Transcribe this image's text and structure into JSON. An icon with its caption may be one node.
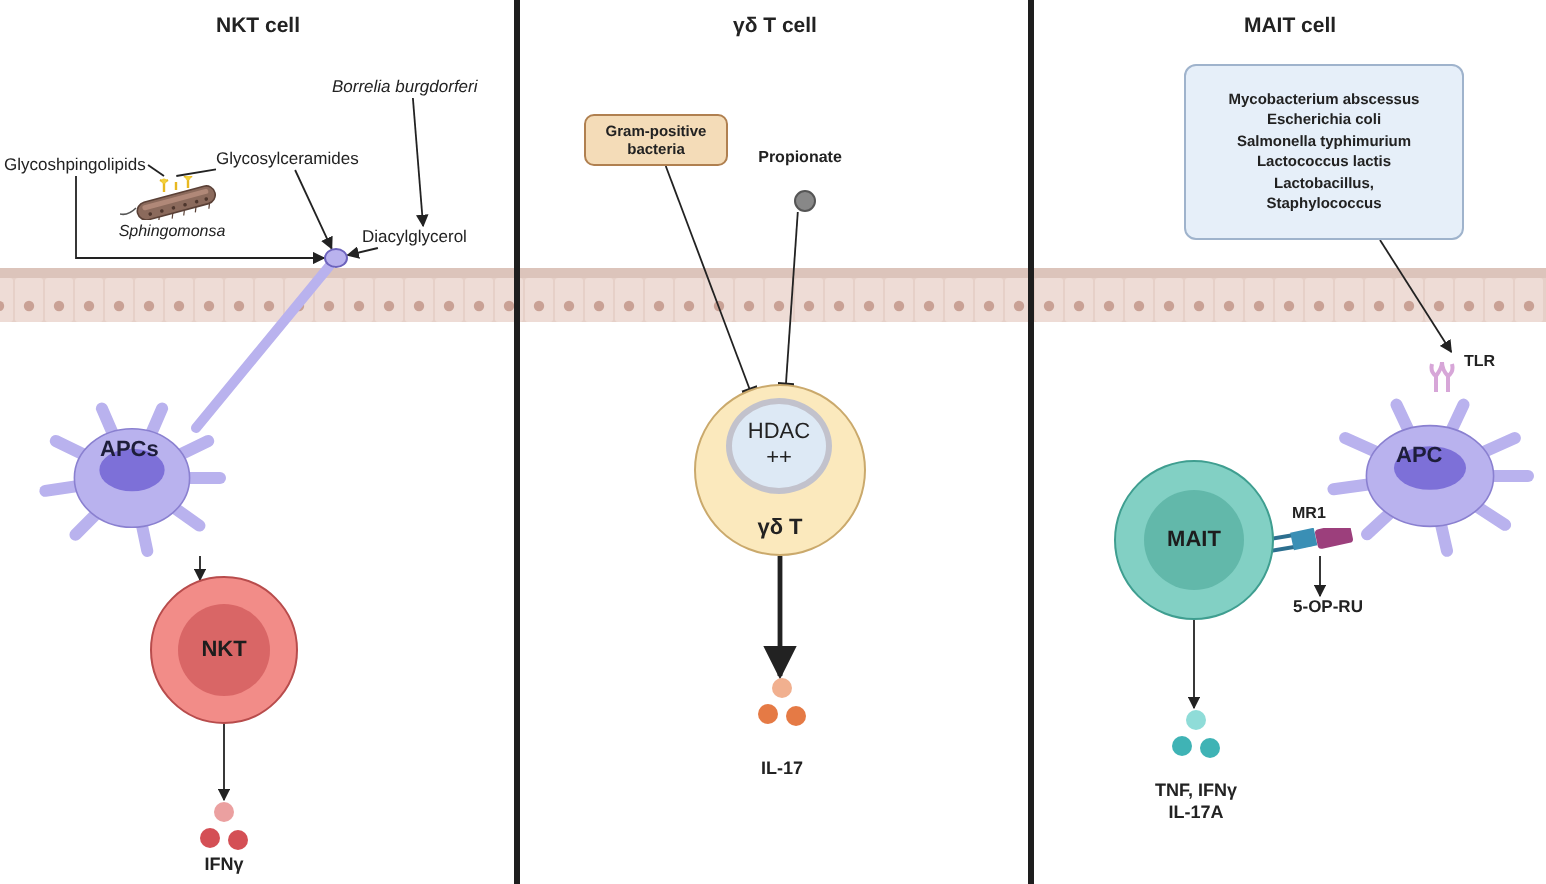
{
  "diagram": {
    "nodes": [
      {
        "text": [
          "Glycoshpingolipids"
        ]
      },
      {
        "text": [
          "Glycosylceramides"
        ]
      },
      {
        "text": [],
        "shape": "picture",
        "beside": [
          "Sphingomonsa"
        ]
      },
      {
        "text": [
          "Borrelia burgdorferi"
        ]
      },
      {
        "text": [
          "Diacylglycerol"
        ]
      },
      {
        "text": [],
        "shape": "circle"
      },
      {
        "text": [
          "APCs"
        ]
      },
      {
        "text": [
          "NKT"
        ]
      },
      {
        "text": [
          "IFNγ"
        ]
      },
      {
        "text": [
          "Gram-positive bacteria"
        ]
      },
      {
        "text": [
          "Propionate"
        ]
      },
      {
        "text": [
          "γδ T"
        ]
      },
      {
        "text": [
          "HDAC ++"
        ],
        "in": 11
      },
      {
        "text": [
          "IL-17"
        ]
      },
      {
        "text": [
          "Mycobacterium abscessus",
          "Escherichia coli",
          "Salmonella typhimurium",
          "Lactococcus lactis",
          "Lactobacillus,",
          "Staphylococcus"
        ]
      },
      {
        "text": [
          "TLR"
        ]
      },
      {
        "text": [
          "APC"
        ]
      },
      {
        "text": [
          "MR1"
        ]
      },
      {
        "text": [
          "MAIT"
        ]
      },
      {
        "text": [
          "5-OP-RU"
        ]
      },
      {
        "text": [
          "TNF, IFNγ IL-17A"
        ]
      }
    ],
    "edges": [
      {
        "from": 5,
        "to": 6,
        "arrow": "none",
        "style": "thick",
        "color": "#b9b2ee"
      },
      {
        "from": 0,
        "to": 2,
        "arrow": "none"
      },
      {
        "from": 1,
        "to": 2,
        "arrow": "none"
      },
      {
        "from": 0,
        "to": 5,
        "arrow": "to"
      },
      {
        "from": 1,
        "to": 5,
        "arrow": "to"
      },
      {
        "from": 3,
        "to": 4,
        "arrow": "to"
      },
      {
        "from": 4,
        "to": 5,
        "arrow": "to"
      },
      {
        "from": 6,
        "to": 7,
        "arrow": "to"
      },
      {
        "from": 7,
        "to": 8,
        "arrow": "to"
      },
      {
        "from": 9,
        "to": 11,
        "arrow": "other"
      },
      {
        "from": 10,
        "to": 11,
        "arrow": "other"
      },
      {
        "from": 11,
        "to": 13,
        "arrow": "to",
        "style": "thick"
      },
      {
        "from": 14,
        "to": 15,
        "arrow": "to"
      },
      {
        "from": 17,
        "to": 19,
        "arrow": "to"
      },
      {
        "from": 18,
        "to": 20,
        "arrow": "to"
      }
    ],
    "labels": [
      "NKT cell",
      "γδ T cell",
      "MAIT cell"
    ]
  }
}
